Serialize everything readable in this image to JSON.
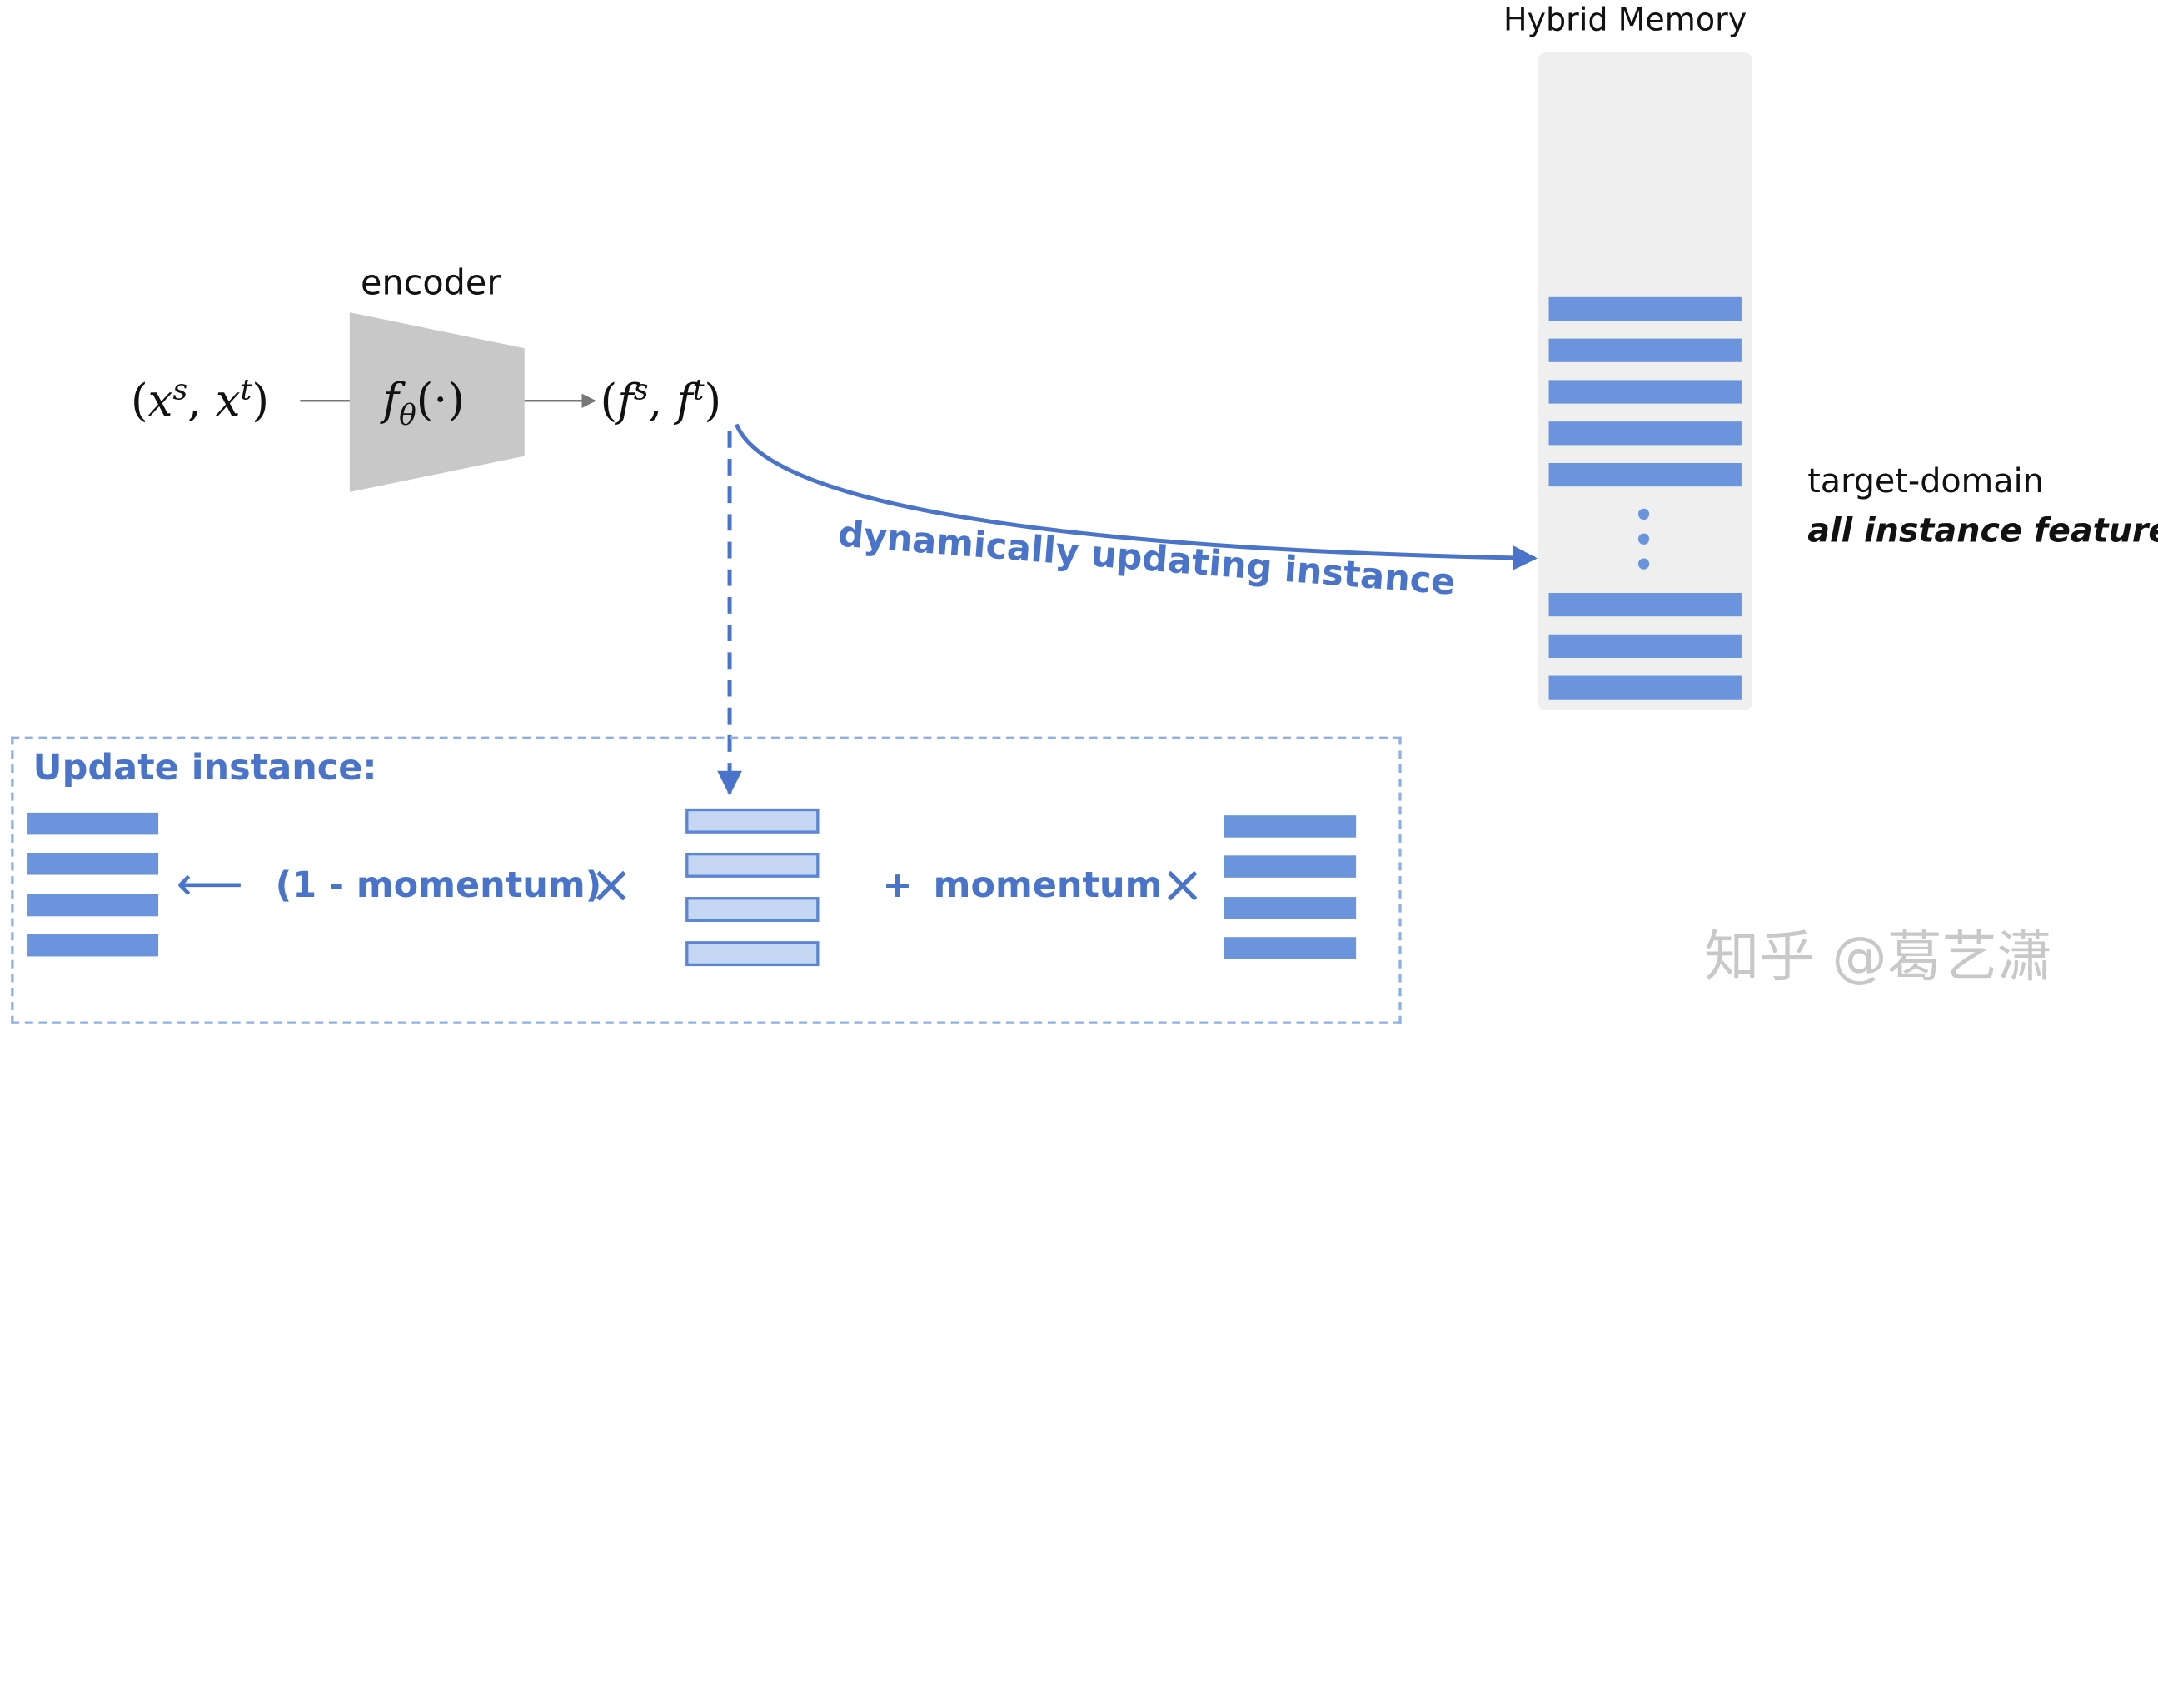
{
  "labels": {
    "hybrid_memory": "Hybrid Memory",
    "encoder": "encoder",
    "encoder_function": "fθ(·)",
    "input_tuple": "(xs, xt)",
    "output_tuple": "(fs, ft)",
    "target_domain": "target-domain",
    "all_instance_features": "all instance features",
    "dynamic_update": "dynamically updating instance",
    "update_instance": "Update instance:",
    "one_minus_momentum": "(1 - momentum)",
    "plus": "+",
    "momentum": "momentum",
    "left_arrow": "⟵",
    "times": "×",
    "watermark": "知乎 @葛艺潇"
  },
  "colors": {
    "accent": "#4a74c9",
    "bar": "#6a95dd",
    "bar_light": "#c6d7f4",
    "memory_bg": "#efefef",
    "encoder_fill": "#c8c8c8",
    "dashed_border": "#8fb0e2"
  }
}
